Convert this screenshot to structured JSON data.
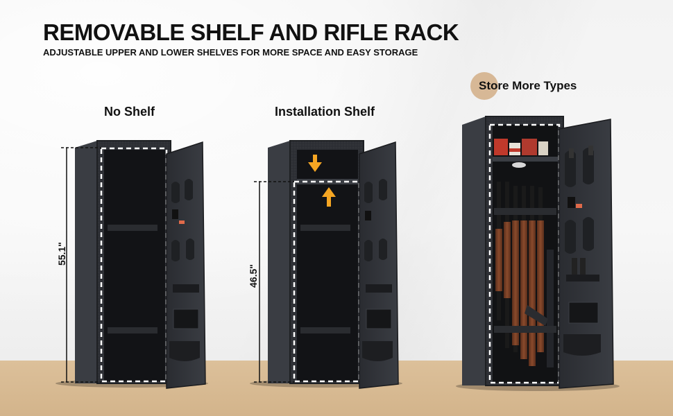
{
  "header": {
    "title": "REMOVABLE SHELF AND RIFLE RACK",
    "subtitle": "ADJUSTABLE UPPER AND LOWER SHELVES FOR MORE SPACE AND EASY STORAGE"
  },
  "panels": [
    {
      "label": "No Shelf",
      "dimension": "55.1\""
    },
    {
      "label": "Installation Shelf",
      "dimension": "46.5\""
    },
    {
      "label": "Store More Types"
    }
  ],
  "colors": {
    "accent": "#d7b896",
    "arrow": "#f5a623",
    "safe": "#2b2d31",
    "floor": "#d3b48b"
  }
}
